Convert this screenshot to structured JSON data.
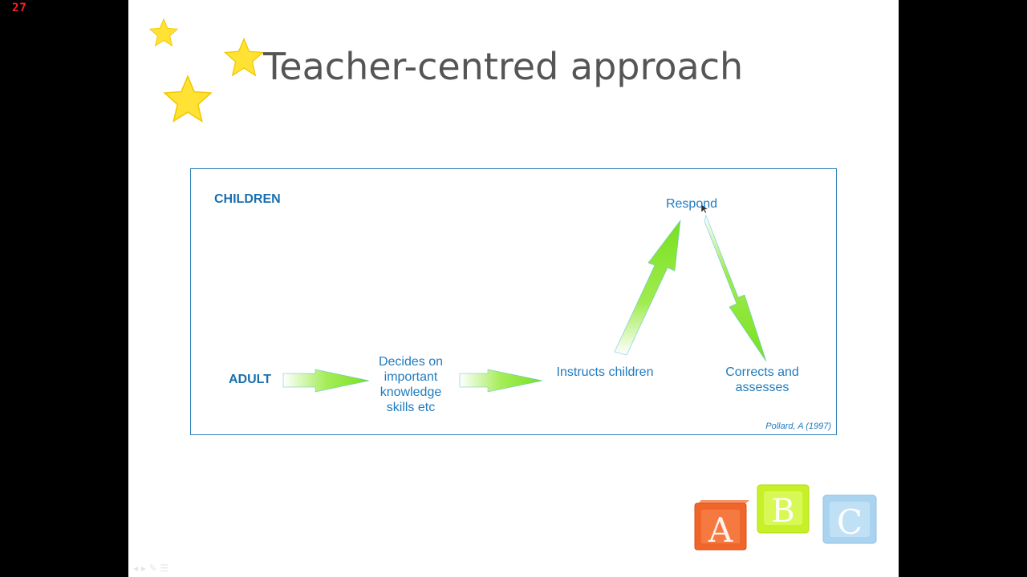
{
  "frame_counter": "27",
  "slide": {
    "title": "Teacher-centred approach"
  },
  "diagram": {
    "nodes": {
      "children": "CHILDREN",
      "adult": "ADULT",
      "decides": [
        "Decides on",
        "important",
        "knowledge",
        "skills etc"
      ],
      "instructs": "Instructs children",
      "respond": "Respond",
      "corrects": [
        "Corrects and",
        "assesses"
      ]
    },
    "citation": "Pollard, A (1997)",
    "flow": [
      "ADULT",
      "Decides on important knowledge skills etc",
      "Instructs children",
      "Respond",
      "Corrects and assesses"
    ]
  },
  "decorations": {
    "blocks": [
      {
        "letter": "A",
        "color": "#f0652a"
      },
      {
        "letter": "B",
        "color": "#c8f028"
      },
      {
        "letter": "C",
        "color": "#a9d3ef"
      }
    ],
    "star_color": "#ffe234",
    "arrow_color": "#8ee82e"
  },
  "colors": {
    "text_blue": "#1f7bbf",
    "border_blue": "#2c7fb8",
    "title_gray": "#555555"
  }
}
